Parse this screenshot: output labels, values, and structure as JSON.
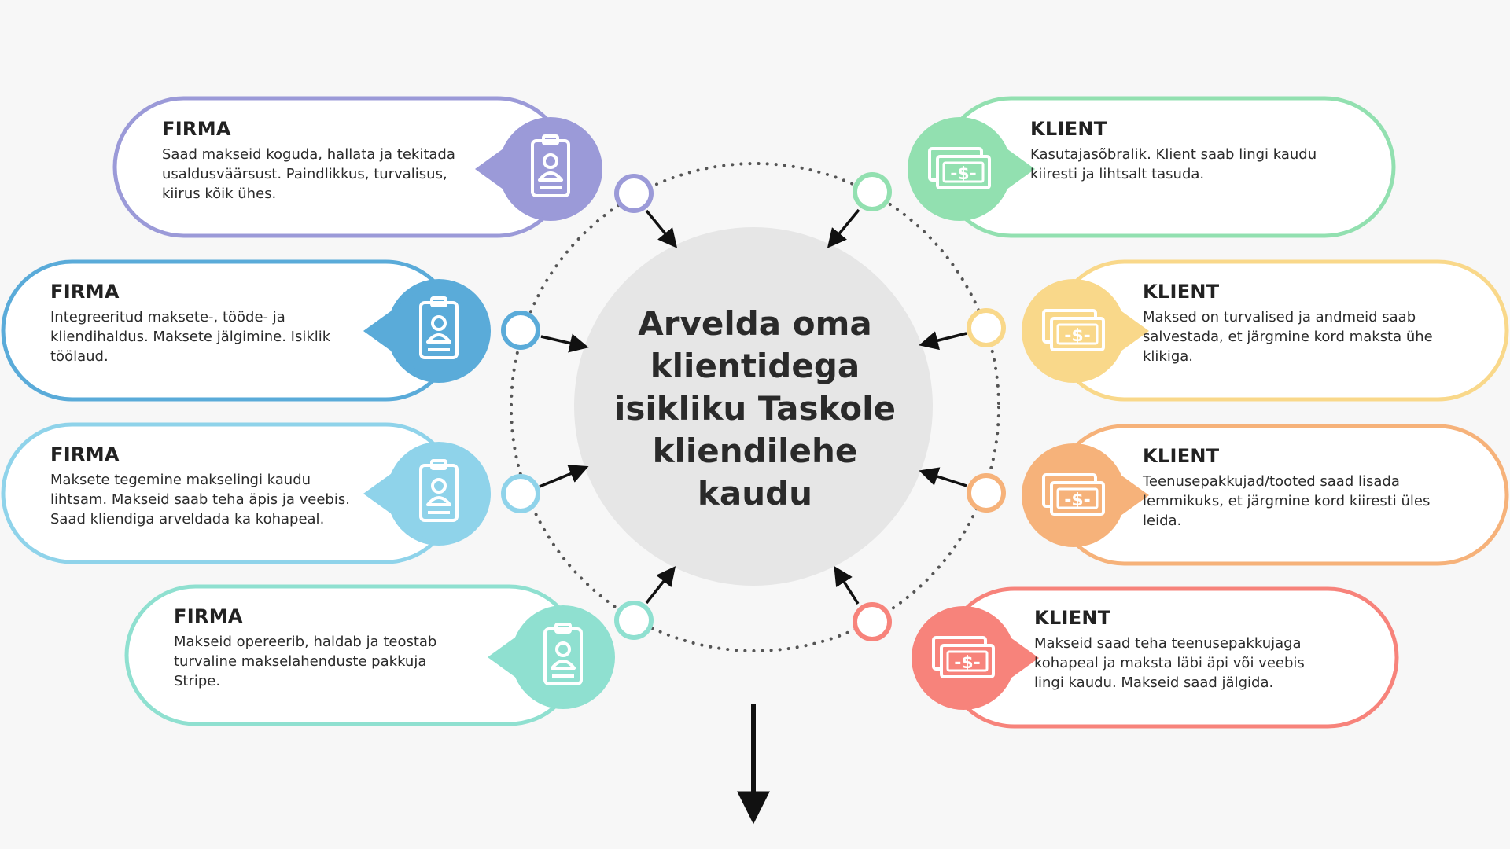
{
  "center": {
    "lines": [
      "Arvelda oma",
      "klientidega",
      "isikliku Taskole",
      "kliendilehe",
      "kaudu"
    ]
  },
  "colors": {
    "purple": "#9b9ad8",
    "blue": "#5aabd9",
    "lightblue": "#8fd3ea",
    "teal": "#8fe0d0",
    "green": "#92e0b0",
    "yellow": "#f9d88a",
    "orange": "#f6b27a",
    "coral": "#f7837b",
    "center_fill": "#e6e6e6"
  },
  "firma": [
    {
      "title": "FIRMA",
      "color": "purple",
      "icon": "id-badge-icon",
      "lines": [
        "Saad makseid koguda, hallata ja tekitada",
        "usaldusväärsust. Paindlikkus, turvalisus,",
        "kiirus kõik ühes."
      ]
    },
    {
      "title": "FIRMA",
      "color": "blue",
      "icon": "id-badge-icon",
      "lines": [
        "Integreeritud maksete-, tööde- ja",
        "kliendihaldus.  Maksete jälgimine. Isiklik",
        "töölaud."
      ]
    },
    {
      "title": "FIRMA",
      "color": "lightblue",
      "icon": "id-badge-icon",
      "lines": [
        "Maksete tegemine makselingi kaudu",
        "lihtsam. Makseid saab teha äpis ja veebis.",
        "Saad kliendiga arveldada ka kohapeal."
      ]
    },
    {
      "title": "FIRMA",
      "color": "teal",
      "icon": "id-badge-icon",
      "lines": [
        "Makseid opereerib, haldab ja teostab",
        "turvaline makselahenduste pakkuja",
        "Stripe."
      ]
    }
  ],
  "klient": [
    {
      "title": "KLIENT",
      "color": "green",
      "icon": "cash-icon",
      "lines": [
        "Kasutajasõbralik. Klient saab lingi kaudu",
        "kiiresti ja lihtsalt tasuda."
      ]
    },
    {
      "title": "KLIENT",
      "color": "yellow",
      "icon": "cash-icon",
      "lines": [
        "Maksed on turvalised ja andmeid saab",
        "salvestada, et järgmine kord maksta ühe",
        "klikiga."
      ]
    },
    {
      "title": "KLIENT",
      "color": "orange",
      "icon": "cash-icon",
      "lines": [
        "Teenusepakkujad/tooted saad lisada",
        "lemmikuks, et järgmine kord kiiresti üles",
        "leida."
      ]
    },
    {
      "title": "KLIENT",
      "color": "coral",
      "icon": "cash-icon",
      "lines": [
        "Makseid saad teha teenusepakkujaga",
        "kohapeal ja maksta läbi äpi või veebis",
        "lingi kaudu. Makseid saad jälgida."
      ]
    }
  ]
}
